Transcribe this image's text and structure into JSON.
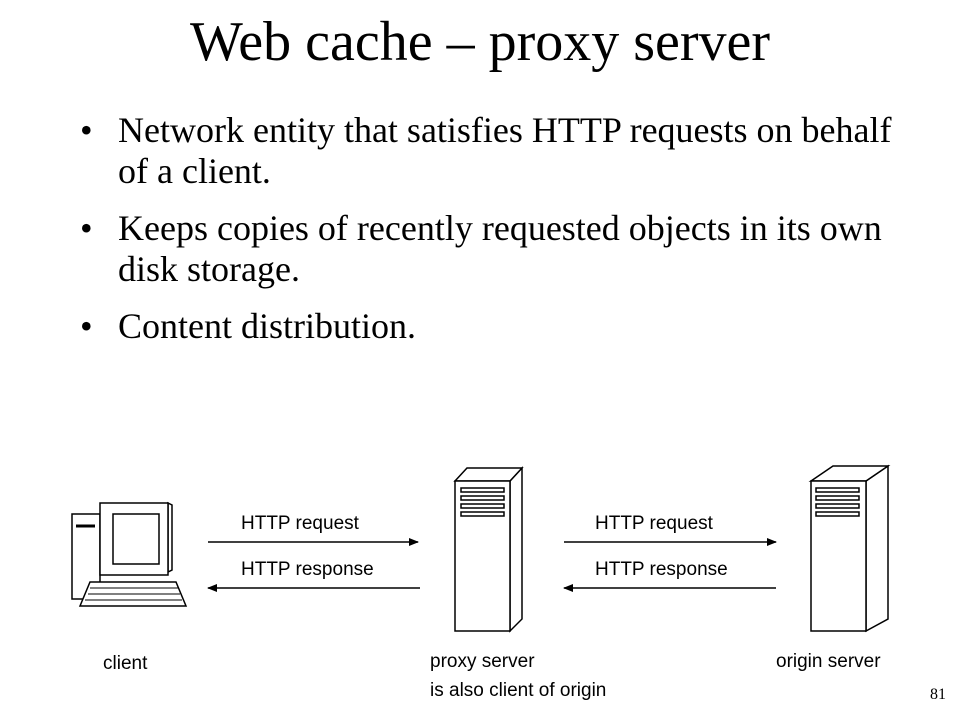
{
  "slide": {
    "title": "Web cache – proxy server",
    "bullet_char": "•",
    "bullets": [
      "Network entity that satisfies HTTP requests on behalf of a client.",
      "Keeps copies of recently requested objects in its own disk storage.",
      "Content distribution."
    ],
    "page_number": "81"
  },
  "diagram": {
    "left_link": {
      "request_label": "HTTP request",
      "response_label": "HTTP response"
    },
    "right_link": {
      "request_label": "HTTP request",
      "response_label": "HTTP response"
    },
    "client_label": "client",
    "proxy_label_line1": "proxy server",
    "proxy_label_line2": "is also client of origin",
    "origin_label": "origin server"
  }
}
